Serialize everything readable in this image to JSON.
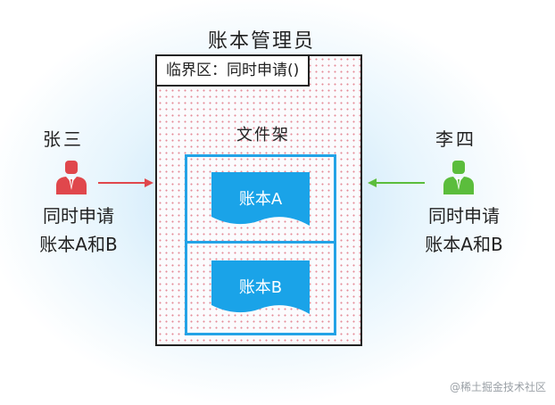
{
  "title": "账本管理员",
  "critical_section": "临界区：同时申请()",
  "shelf_label": "文件架",
  "books": [
    "账本A",
    "账本B"
  ],
  "left_person": {
    "name": "张三",
    "line1": "同时申请",
    "line2": "账本A和B",
    "color": "#e0474c"
  },
  "right_person": {
    "name": "李四",
    "line1": "同时申请",
    "line2": "账本A和B",
    "color": "#5bbd3c"
  },
  "book_color": "#1aa3e8",
  "watermark": "@稀土掘金技术社区"
}
